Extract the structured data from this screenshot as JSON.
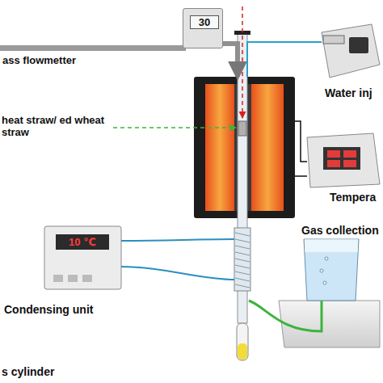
{
  "diagram": {
    "nodes": [
      {
        "text": [
          "30",
          "ass flowmetter"
        ]
      },
      {
        "text": [
          "Water inj"
        ]
      },
      {
        "text": [
          "heat straw/ ed wheat straw"
        ]
      },
      {
        "text": [
          "Tempera"
        ]
      },
      {
        "text": [
          "10 ℃",
          "Condensing unit"
        ]
      },
      {
        "text": [
          "Gas collection"
        ]
      }
    ],
    "edges": [
      {
        "from": 0,
        "to": 2,
        "arrow": "to"
      },
      {
        "from": 1,
        "to": 2,
        "arrow": "none"
      },
      {
        "from": 3,
        "to": 2,
        "arrow": "none"
      }
    ],
    "labels": [
      "s cylinder"
    ]
  }
}
